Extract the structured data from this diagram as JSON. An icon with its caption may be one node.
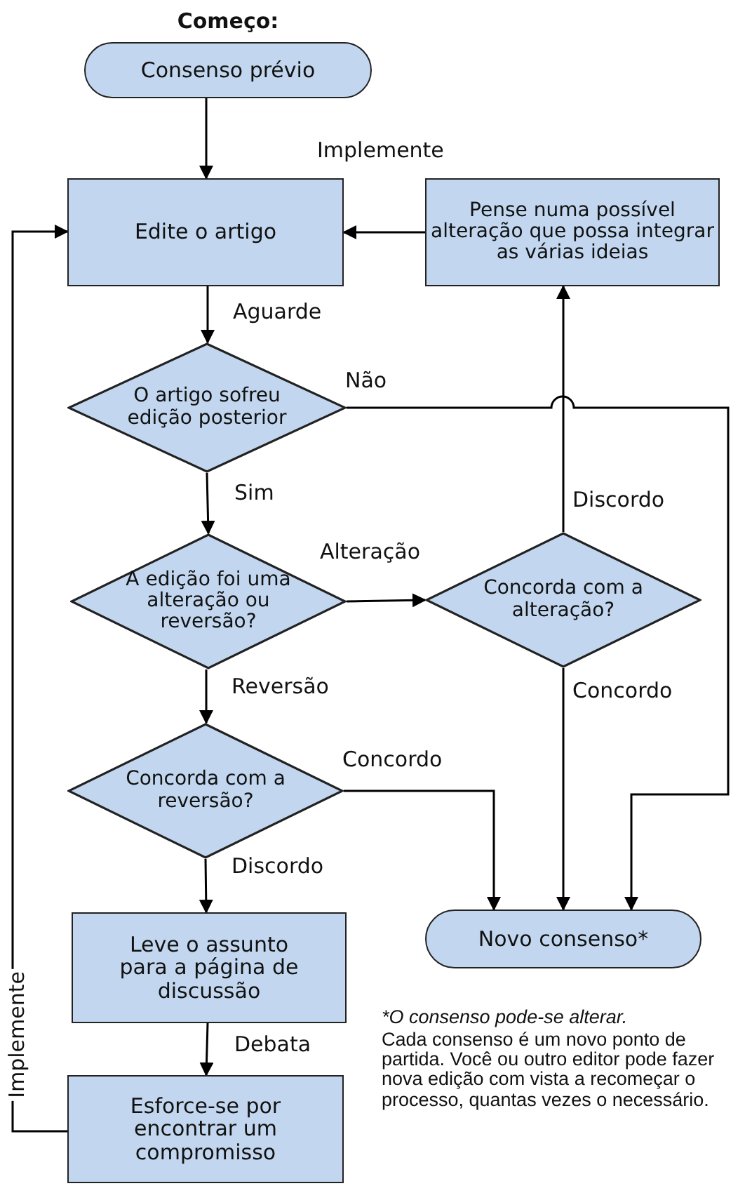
{
  "diagram": {
    "nodes": [
      {
        "text": [
          "Começo:",
          "Consenso prévio"
        ]
      },
      {
        "text": [
          "Edite o artigo"
        ]
      },
      {
        "text": [
          "Pense numa possível alteração que possa integrar as várias ideias"
        ]
      },
      {
        "text": [
          "O artigo sofreu edição posterior"
        ]
      },
      {
        "text": [
          "A edição foi uma alteração ou reversão?"
        ]
      },
      {
        "text": [
          "Concorda com a alteração?"
        ]
      },
      {
        "text": [
          "Concorda com a reversão?"
        ]
      },
      {
        "text": [
          "Novo consenso*"
        ]
      },
      {
        "text": [
          "Leve o assunto para a página de discussão"
        ]
      },
      {
        "text": [
          "Esforce-se por encontrar um compromisso"
        ]
      }
    ],
    "edges": [
      {
        "from": 0,
        "to": 1,
        "arrow": "to"
      },
      {
        "from": 2,
        "to": 1,
        "arrow": "to",
        "label": "Implemente"
      },
      {
        "from": 1,
        "to": 3,
        "arrow": "to",
        "label": "Aguarde"
      },
      {
        "from": 3,
        "to": 7,
        "arrow": "to",
        "label": "Não"
      },
      {
        "from": 3,
        "to": 4,
        "arrow": "to",
        "label": "Sim"
      },
      {
        "from": 4,
        "to": 5,
        "arrow": "to",
        "label": "Alteração"
      },
      {
        "from": 4,
        "to": 6,
        "arrow": "to",
        "label": "Reversão"
      },
      {
        "from": 5,
        "to": 2,
        "arrow": "to",
        "label": "Discordo"
      },
      {
        "from": 5,
        "to": 7,
        "arrow": "to",
        "label": "Concordo"
      },
      {
        "from": 6,
        "to": 7,
        "arrow": "to",
        "label": "Concordo"
      },
      {
        "from": 6,
        "to": 8,
        "arrow": "to",
        "label": "Discordo"
      },
      {
        "from": 8,
        "to": 9,
        "arrow": "to",
        "label": "Debata"
      },
      {
        "from": 9,
        "to": 1,
        "arrow": "to",
        "label": "Implemente"
      }
    ],
    "labels": [
      "*O consenso pode-se alterar.",
      "Cada consenso é um novo ponto de partida. Você ou outro editor pode fazer nova edição com vista a recomeçar o processo, quantas vezes o necessário."
    ]
  }
}
